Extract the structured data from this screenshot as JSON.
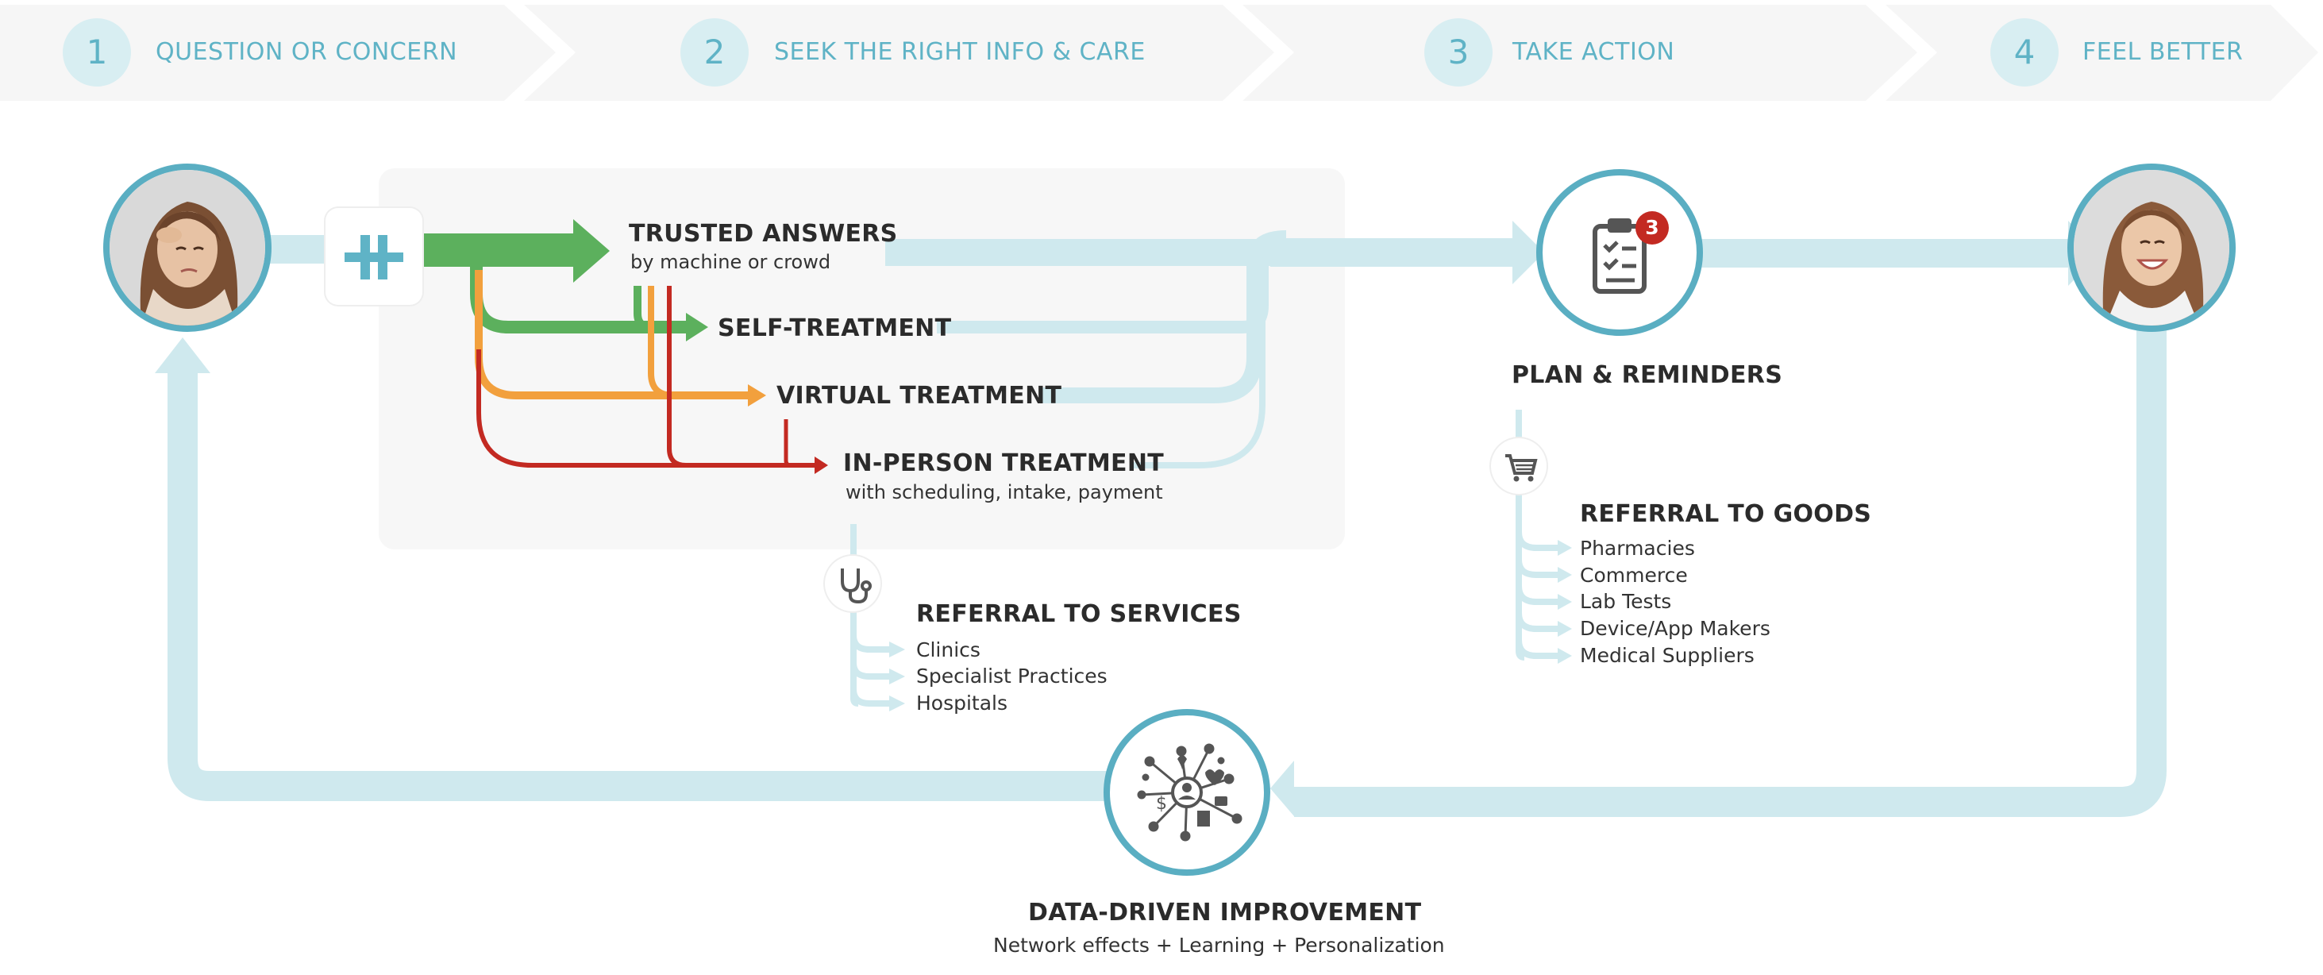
{
  "steps": [
    {
      "num": "1",
      "label": "QUESTION OR CONCERN"
    },
    {
      "num": "2",
      "label": "SEEK THE RIGHT INFO & CARE"
    },
    {
      "num": "3",
      "label": "TAKE ACTION"
    },
    {
      "num": "4",
      "label": "FEEL BETTER"
    }
  ],
  "options": {
    "trusted_title": "TRUSTED ANSWERS",
    "trusted_sub": "by machine or crowd",
    "self": "SELF-TREATMENT",
    "virtual": "VIRTUAL TREATMENT",
    "inperson_title": "IN-PERSON TREATMENT",
    "inperson_sub": "with scheduling, intake, payment"
  },
  "plan": {
    "title": "PLAN & REMINDERS",
    "badge": "3"
  },
  "goods": {
    "title": "REFERRAL TO GOODS",
    "items": [
      "Pharmacies",
      "Commerce",
      "Lab Tests",
      "Device/App Makers",
      "Medical Suppliers"
    ]
  },
  "services": {
    "title": "REFERRAL TO SERVICES",
    "items": [
      "Clinics",
      "Specialist Practices",
      "Hospitals"
    ]
  },
  "data": {
    "title": "DATA-DRIVEN IMPROVEMENT",
    "sub": "Network effects + Learning + Personalization"
  },
  "colors": {
    "teal": "#5aaec2",
    "light_teal": "#cfe9ee",
    "green": "#5cb05d",
    "orange": "#f2a03d",
    "red": "#c32a22",
    "step_bg": "#f6f6f6",
    "panel_bg": "#f7f7f7",
    "badge_red": "#c32a22"
  }
}
